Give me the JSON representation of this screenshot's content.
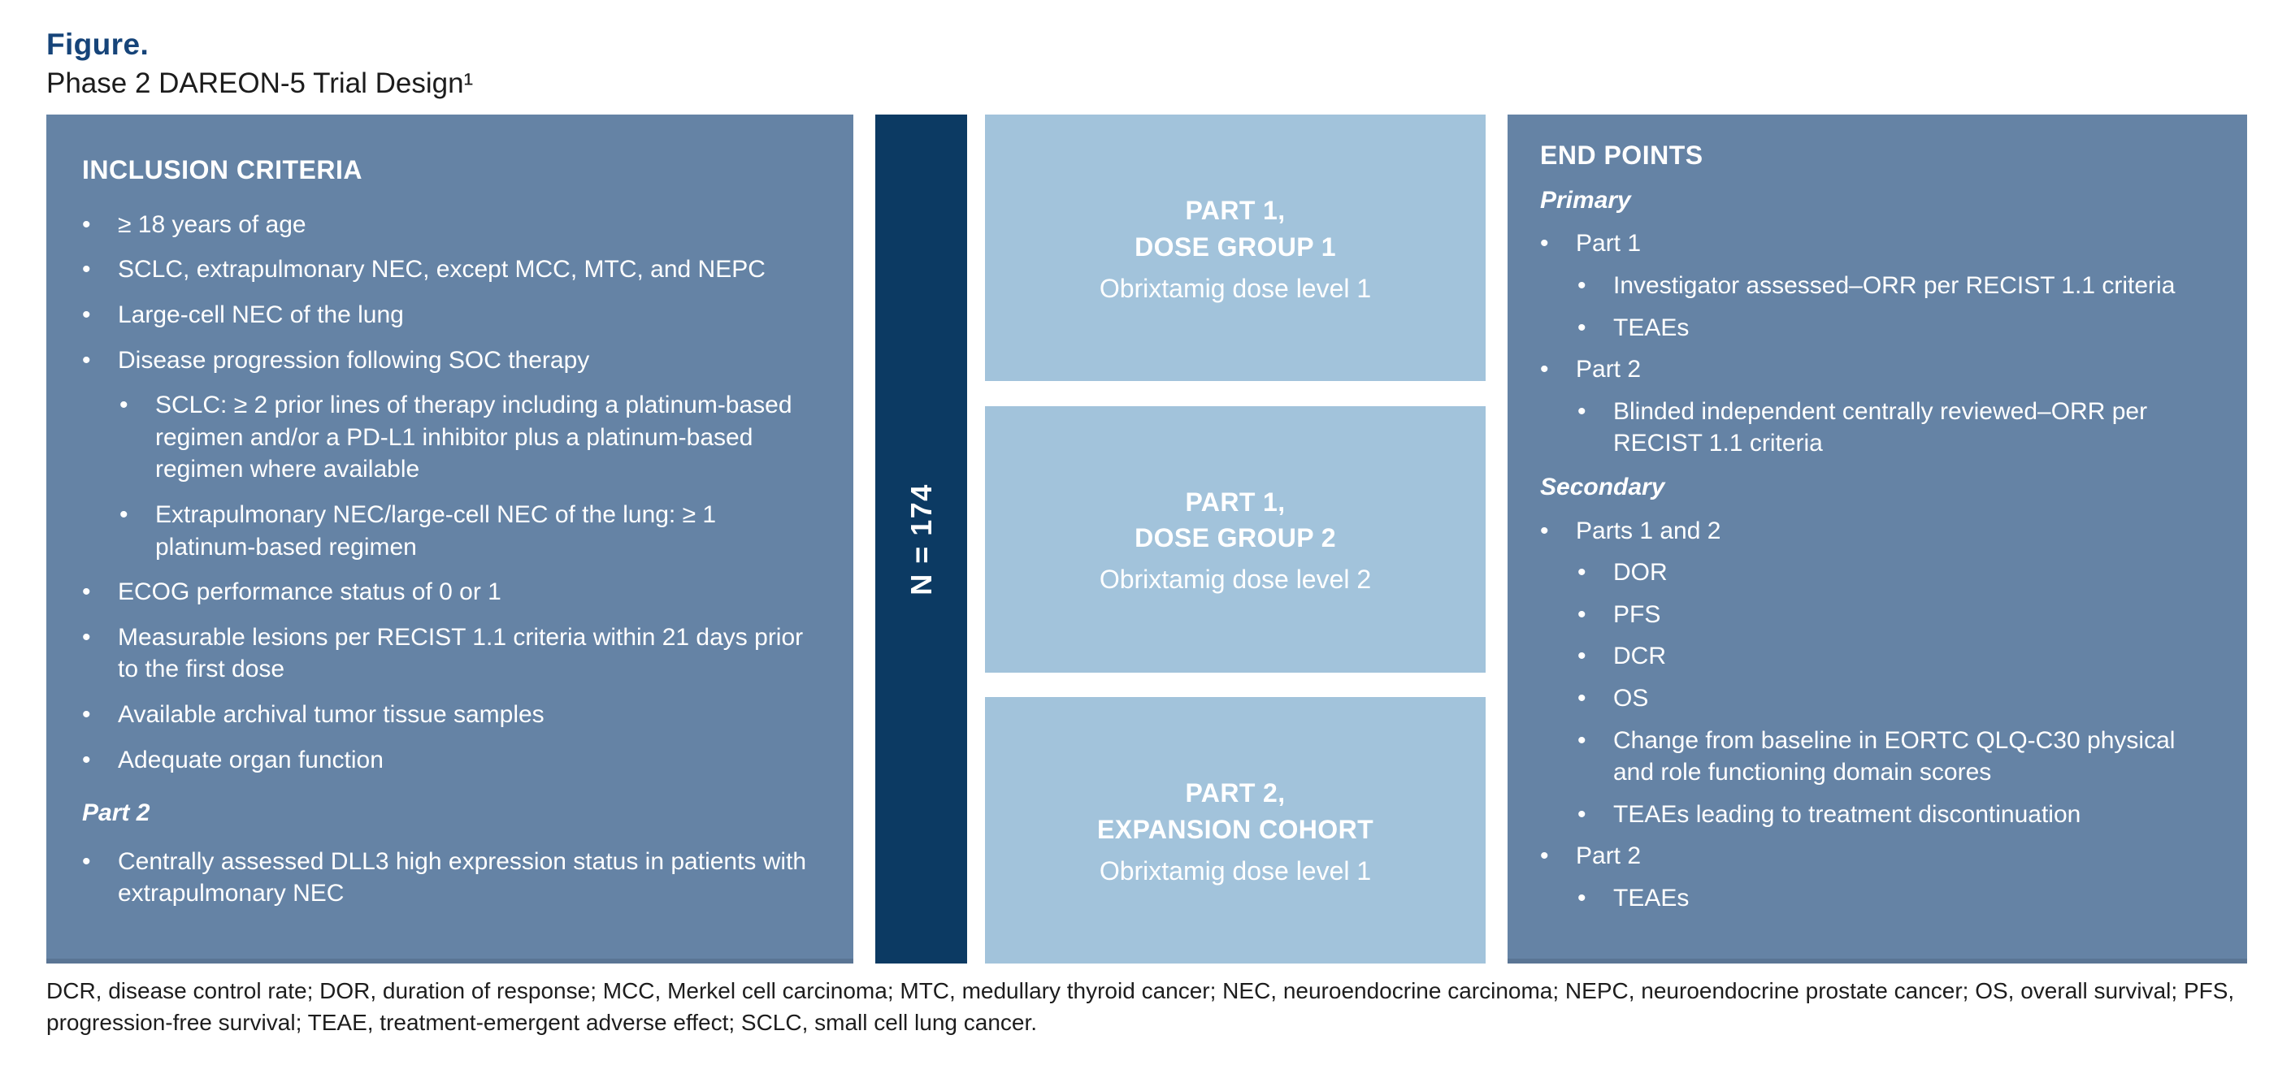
{
  "header": {
    "figure_label": "Figure.",
    "title": "Phase 2 DAREON-5 Trial Design¹"
  },
  "colors": {
    "panel_slate_blue": "#6583A5",
    "n_bar_navy": "#0C3A63",
    "arm_light_blue": "#A2C3DB",
    "figure_label_navy": "#164479",
    "text_white": "#FFFFFF"
  },
  "inclusion": {
    "heading": "INCLUSION CRITERIA",
    "items": [
      {
        "level": 1,
        "text": "≥ 18 years of age"
      },
      {
        "level": 1,
        "text": "SCLC, extrapulmonary NEC, except MCC, MTC, and NEPC"
      },
      {
        "level": 1,
        "text": "Large-cell NEC of the lung"
      },
      {
        "level": 1,
        "text": "Disease progression following SOC therapy"
      },
      {
        "level": 2,
        "text": "SCLC: ≥ 2 prior lines of therapy including a platinum-based regimen and/or a PD-L1 inhibitor plus a platinum-based regimen where available"
      },
      {
        "level": 2,
        "text": "Extrapulmonary NEC/large-cell NEC of the lung: ≥ 1 platinum-based regimen"
      },
      {
        "level": 1,
        "text": "ECOG performance status of 0 or 1"
      },
      {
        "level": 1,
        "text": "Measurable lesions per RECIST 1.1 criteria within 21 days prior to the first dose"
      },
      {
        "level": 1,
        "text": "Available archival tumor tissue samples"
      },
      {
        "level": 1,
        "text": "Adequate organ function"
      }
    ],
    "part2_heading": "Part 2",
    "part2_items": [
      {
        "level": 1,
        "text": "Centrally assessed DLL3 high expression status in patients with extrapulmonary NEC"
      }
    ]
  },
  "n_bar": {
    "label": "N = 174"
  },
  "arms": [
    {
      "title_line1": "PART 1,",
      "title_line2": "DOSE GROUP 1",
      "subtitle": "Obrixtamig dose level 1"
    },
    {
      "title_line1": "PART 1,",
      "title_line2": "DOSE GROUP 2",
      "subtitle": "Obrixtamig dose level 2"
    },
    {
      "title_line1": "PART 2,",
      "title_line2": "EXPANSION COHORT",
      "subtitle": "Obrixtamig dose level 1"
    }
  ],
  "endpoints": {
    "heading": "END POINTS",
    "primary_label": "Primary",
    "primary": [
      {
        "level": 1,
        "text": "Part 1"
      },
      {
        "level": 2,
        "text": "Investigator assessed–ORR per RECIST 1.1 criteria"
      },
      {
        "level": 2,
        "text": "TEAEs"
      },
      {
        "level": 1,
        "text": "Part 2"
      },
      {
        "level": 2,
        "text": "Blinded independent centrally reviewed–ORR per RECIST 1.1 criteria"
      }
    ],
    "secondary_label": "Secondary",
    "secondary": [
      {
        "level": 1,
        "text": "Parts 1 and 2"
      },
      {
        "level": 2,
        "text": "DOR"
      },
      {
        "level": 2,
        "text": "PFS"
      },
      {
        "level": 2,
        "text": "DCR"
      },
      {
        "level": 2,
        "text": "OS"
      },
      {
        "level": 2,
        "text": "Change from baseline in EORTC QLQ-C30 physical and role functioning domain scores"
      },
      {
        "level": 2,
        "text": "TEAEs leading to treatment discontinuation"
      },
      {
        "level": 1,
        "text": "Part 2"
      },
      {
        "level": 2,
        "text": "TEAEs"
      }
    ]
  },
  "footnote": {
    "text": "DCR, disease control rate; DOR, duration of response; MCC, Merkel cell carcinoma; MTC, medullary thyroid cancer; NEC, neuroendocrine carcinoma; NEPC, neuroendocrine prostate cancer; OS, overall survival; PFS, progression-free survival; TEAE, treatment-emergent adverse effect; SCLC, small cell lung cancer."
  }
}
